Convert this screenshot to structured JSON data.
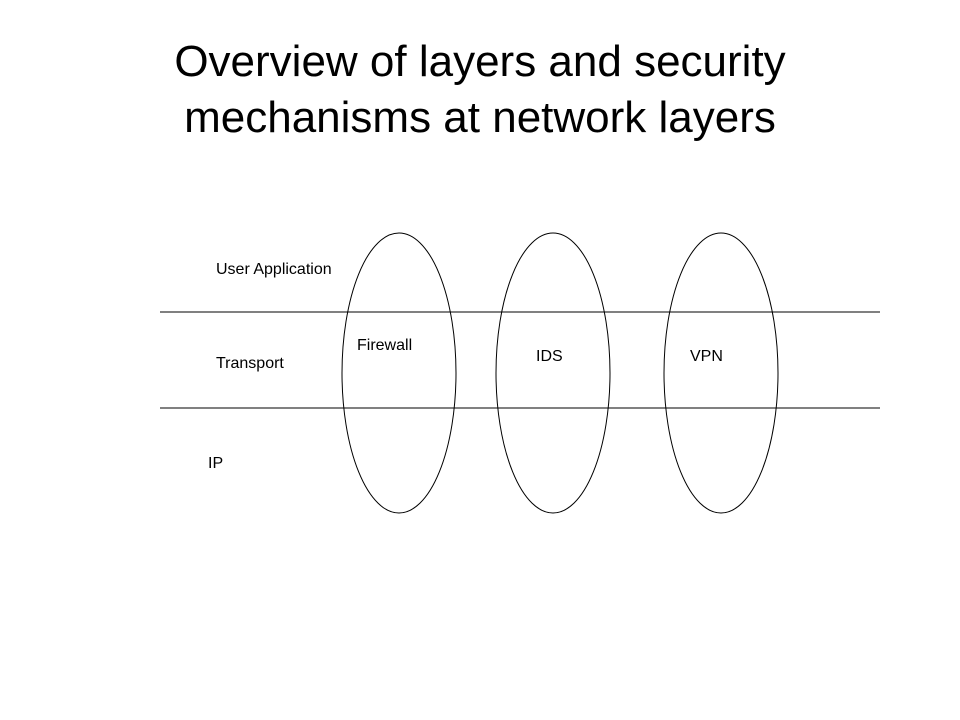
{
  "title": {
    "line1": "Overview of layers and security",
    "line2": "mechanisms at network layers"
  },
  "layers": {
    "application": "User Application",
    "transport": "Transport",
    "ip": "IP"
  },
  "mechanisms": {
    "firewall": "Firewall",
    "ids": "IDS",
    "vpn": "VPN"
  },
  "colors": {
    "stroke": "#000000",
    "background": "#ffffff"
  }
}
